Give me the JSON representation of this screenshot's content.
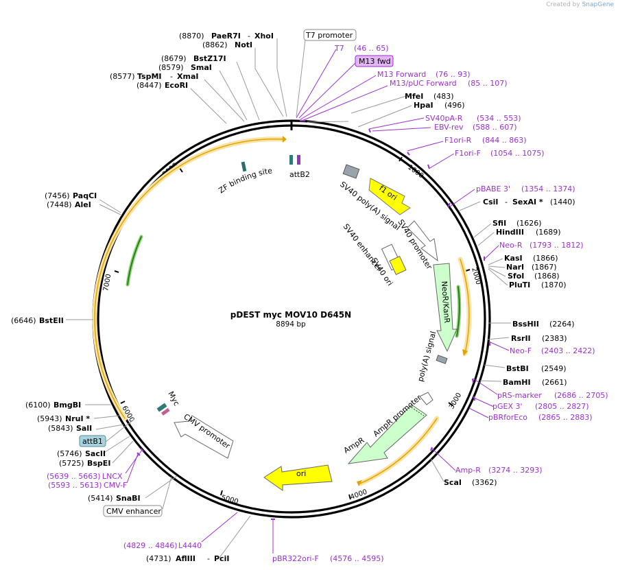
{
  "credit": {
    "prefix": "Created by",
    "brand": "SnapGene"
  },
  "plasmid": {
    "name": "pDEST myc MOV10 D645N",
    "length": "8894 bp"
  },
  "ticks": [
    "1000",
    "2000",
    "3000",
    "4000",
    "5000",
    "6000",
    "7000",
    "8000"
  ],
  "boxed_labels": {
    "t7_promoter": "T7 promoter",
    "m13_fwd": "M13 fwd",
    "attb1": "attB1",
    "cmv_enhancer": "CMV enhancer"
  },
  "sites": [
    {
      "id": "paer7i",
      "pos": "(8870)",
      "name": "PaeR7I",
      "name2": "XhoI"
    },
    {
      "id": "noti",
      "pos": "(8862)",
      "name": "NotI"
    },
    {
      "id": "bstz17i",
      "pos": "(8679)",
      "name": "BstZ17I"
    },
    {
      "id": "smai",
      "pos": "(8579)",
      "name": "SmaI"
    },
    {
      "id": "tspmi",
      "pos": "(8577)",
      "name": "TspMI",
      "name2": "XmaI"
    },
    {
      "id": "ecori",
      "pos": "(8447)",
      "name": "EcoRI"
    },
    {
      "id": "mfei",
      "pos": "(483)",
      "name": "MfeI"
    },
    {
      "id": "hpai",
      "pos": "(496)",
      "name": "HpaI"
    },
    {
      "id": "csii",
      "pos": "(1440)",
      "name": "CsiI",
      "name2": "SexAI *"
    },
    {
      "id": "sfii",
      "pos": "(1626)",
      "name": "SfiI"
    },
    {
      "id": "hindiii",
      "pos": "(1689)",
      "name": "HindIII"
    },
    {
      "id": "kasi",
      "pos": "(1866)",
      "name": "KasI"
    },
    {
      "id": "nari",
      "pos": "(1867)",
      "name": "NarI"
    },
    {
      "id": "sfoi",
      "pos": "(1868)",
      "name": "SfoI"
    },
    {
      "id": "pluti",
      "pos": "(1870)",
      "name": "PluTI"
    },
    {
      "id": "bsshii",
      "pos": "(2264)",
      "name": "BssHII"
    },
    {
      "id": "rsrii",
      "pos": "(2383)",
      "name": "RsrII"
    },
    {
      "id": "bstbi",
      "pos": "(2549)",
      "name": "BstBI"
    },
    {
      "id": "bamhi",
      "pos": "(2661)",
      "name": "BamHI"
    },
    {
      "id": "scai",
      "pos": "(3362)",
      "name": "ScaI"
    },
    {
      "id": "paqci",
      "pos": "(7456)",
      "name": "PaqCI"
    },
    {
      "id": "alei",
      "pos": "(7448)",
      "name": "AleI"
    },
    {
      "id": "bsteii",
      "pos": "(6646)",
      "name": "BstEII"
    },
    {
      "id": "bmgbi",
      "pos": "(6100)",
      "name": "BmgBI"
    },
    {
      "id": "nrui",
      "pos": "(5943)",
      "name": "NruI *"
    },
    {
      "id": "sali",
      "pos": "(5843)",
      "name": "SalI"
    },
    {
      "id": "sacii",
      "pos": "(5746)",
      "name": "SacII"
    },
    {
      "id": "bspei",
      "pos": "(5725)",
      "name": "BspEI"
    },
    {
      "id": "snabi",
      "pos": "(5414)",
      "name": "SnaBI"
    },
    {
      "id": "afliii",
      "pos": "(4731)",
      "name": "AflIII",
      "name2": "PciI"
    }
  ],
  "primers": [
    {
      "id": "t7",
      "name": "T7",
      "range": "(46 .. 65)"
    },
    {
      "id": "m13fwd",
      "name": "M13 Forward",
      "range": "(76 .. 93)"
    },
    {
      "id": "m13puc",
      "name": "M13/pUC Forward",
      "range": "(85 .. 107)"
    },
    {
      "id": "sv40par",
      "name": "SV40pA-R",
      "range": "(534 .. 553)"
    },
    {
      "id": "ebvrev",
      "name": "EBV-rev",
      "range": "(588 .. 607)"
    },
    {
      "id": "f1orir",
      "name": "F1ori-R",
      "range": "(844 .. 863)"
    },
    {
      "id": "f1orif",
      "name": "F1ori-F",
      "range": "(1054 .. 1075)"
    },
    {
      "id": "pbabe3",
      "name": "pBABE 3'",
      "range": "(1354 .. 1374)"
    },
    {
      "id": "neor",
      "name": "Neo-R",
      "range": "(1793 .. 1812)"
    },
    {
      "id": "neof",
      "name": "Neo-F",
      "range": "(2403 .. 2422)"
    },
    {
      "id": "prsmarker",
      "name": "pRS-marker",
      "range": "(2686 .. 2705)"
    },
    {
      "id": "pgex3",
      "name": "pGEX 3'",
      "range": "(2805 .. 2827)"
    },
    {
      "id": "pbrforeco",
      "name": "pBRforEco",
      "range": "(2865 .. 2883)"
    },
    {
      "id": "ampr",
      "name": "Amp-R",
      "range": "(3274 .. 3293)"
    },
    {
      "id": "pbr322ori",
      "name": "pBR322ori-F",
      "range": "(4576 .. 4595)"
    },
    {
      "id": "l4440",
      "name": "L4440",
      "range": "(4829 .. 4846)"
    },
    {
      "id": "lncx",
      "name": "LNCX",
      "range": "(5639 .. 5663)"
    },
    {
      "id": "cmvf",
      "name": "CMV-F",
      "range": "(5593 .. 5613)"
    }
  ],
  "features": {
    "zf": "ZF binding site",
    "attb2": "attB2",
    "sv40polya": "SV40 poly(A) signal",
    "f1ori": "f1 ori",
    "sv40promoter": "SV40 promoter",
    "sv40enhancer": "SV40 enhancer",
    "sv40ori": "SV40 ori",
    "neokan": "NeoR/KanR",
    "polya": "poly(A) signal",
    "ampr_promoter": "AmpR promoter",
    "ampr": "AmpR",
    "ori": "ori",
    "cmv_promoter": "CMV promoter",
    "myc": "Myc"
  },
  "colors": {
    "primer": "#9a30cf",
    "orf_fill": "#fbe3a6",
    "orf_stroke": "#e0a400",
    "yellow": "#ffff00",
    "green": "#ccffcc",
    "att": "#a7d3df"
  }
}
